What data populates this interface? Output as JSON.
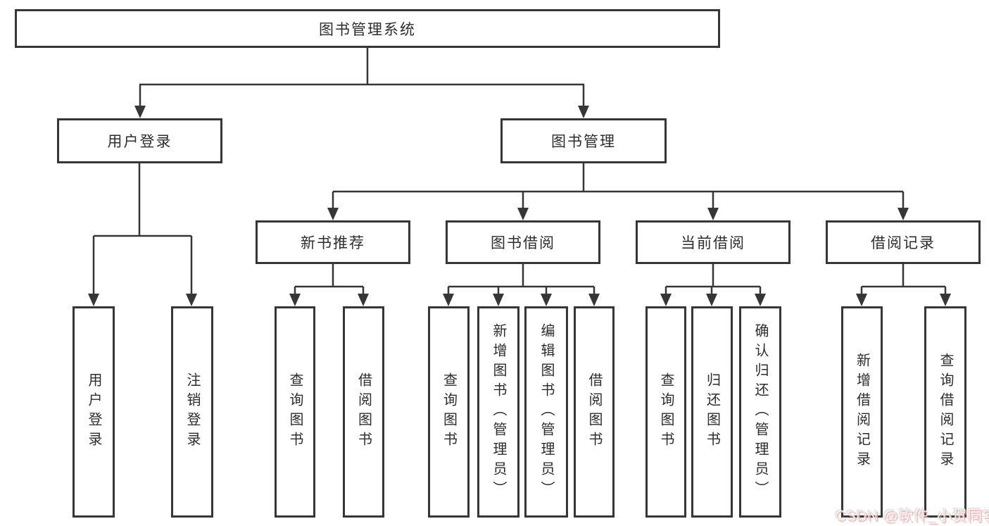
{
  "tree": {
    "root": "图书管理系统",
    "level2": [
      {
        "label": "用户登录"
      },
      {
        "label": "图书管理"
      }
    ],
    "level2_leaves": [
      "用户登录",
      "注销登录"
    ],
    "level3": [
      {
        "label": "新书推荐",
        "leaves": [
          "查询图书",
          "借阅图书"
        ]
      },
      {
        "label": "图书借阅",
        "leaves": [
          "查询图书",
          "新增图书（管理员）",
          "编辑图书（管理员）",
          "借阅图书"
        ]
      },
      {
        "label": "当前借阅",
        "leaves": [
          "查询图书",
          "归还图书",
          "确认归还（管理员）"
        ]
      },
      {
        "label": "借阅记录",
        "leaves": [
          "新增借阅记录",
          "查询借阅记录"
        ]
      }
    ]
  },
  "watermark": {
    "text": "CSDN @软件_小贺同学"
  },
  "colors": {
    "line": "#363636",
    "box_background": "#ffffff",
    "text": "#2d2d2d",
    "watermark_tint": "#f5a0a0"
  }
}
